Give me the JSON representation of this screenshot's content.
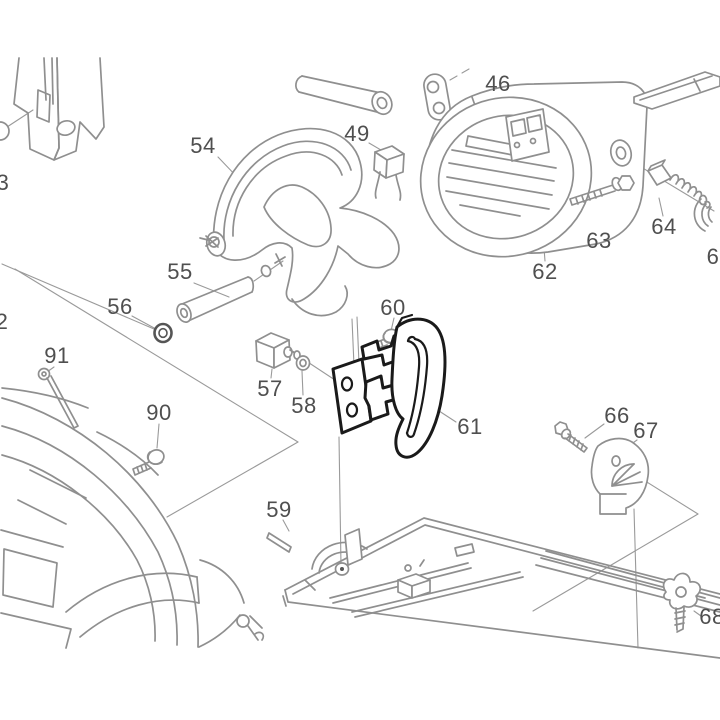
{
  "diagram": {
    "kind": "exploded-parts-diagram",
    "background_color": "#ffffff",
    "line_color": "#8f8f8f",
    "dark_part_color": "#1a1a1a",
    "label_color": "#4f4f4f",
    "labels": {
      "3": {
        "text": "3"
      },
      "2": {
        "text": "2"
      },
      "54": {
        "text": "54"
      },
      "49": {
        "text": "49"
      },
      "46": {
        "text": "46"
      },
      "62": {
        "text": "62"
      },
      "63": {
        "text": "63"
      },
      "64": {
        "text": "64"
      },
      "6": {
        "text": "6"
      },
      "55": {
        "text": "55"
      },
      "56": {
        "text": "56"
      },
      "57": {
        "text": "57"
      },
      "58": {
        "text": "58"
      },
      "60": {
        "text": "60"
      },
      "61": {
        "text": "61"
      },
      "90": {
        "text": "90"
      },
      "91": {
        "text": "91"
      },
      "59": {
        "text": "59"
      },
      "66": {
        "text": "66"
      },
      "67": {
        "text": "67"
      },
      "68": {
        "text": "68"
      }
    }
  }
}
